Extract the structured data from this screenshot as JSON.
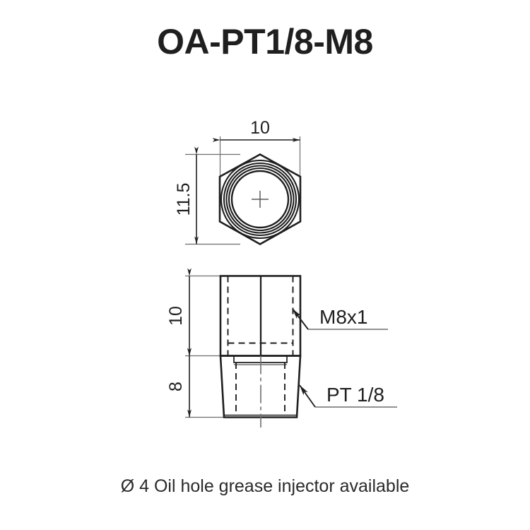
{
  "drawing": {
    "title": "OA-PT1/8-M8",
    "caption": "Ø 4 Oil hole grease injector available",
    "line_color": "#1f1f1f",
    "thin_line_color": "#6e6e6e",
    "background": "#ffffff",
    "views": {
      "top": {
        "name": "hex-top-view",
        "shape": "hexagon",
        "dimensions": {
          "width_label": "10",
          "height_label": "11.5"
        },
        "concentric_circles": 5,
        "center_mark": "crosshair"
      },
      "side": {
        "name": "side-section-view",
        "dimensions": {
          "upper_length_label": "10",
          "lower_length_label": "8"
        },
        "leaders": [
          {
            "label": "M8x1",
            "target": "upper-thread"
          },
          {
            "label": "PT 1/8",
            "target": "lower-taper-thread"
          }
        ]
      }
    }
  }
}
